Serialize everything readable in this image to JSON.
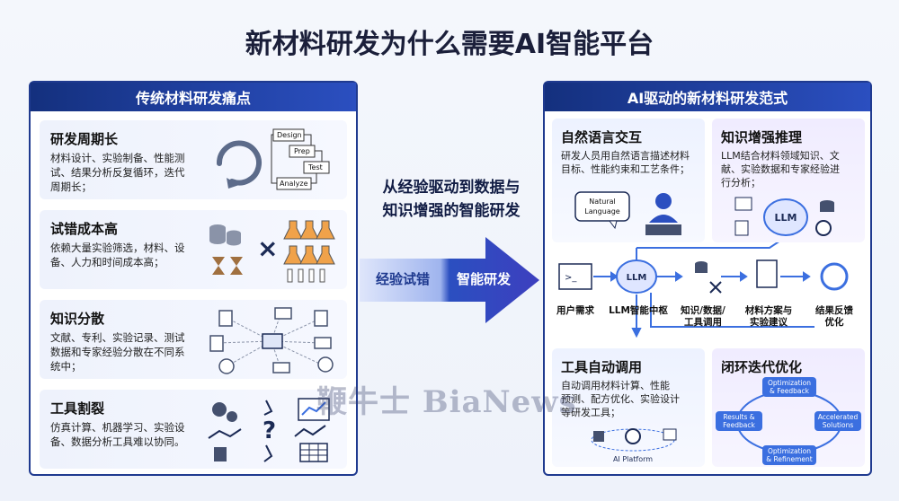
{
  "title": "新材料研发为什么需要AI智能平台",
  "left": {
    "header": "传统材料研发痛点",
    "cards": [
      {
        "title": "研发周期长",
        "desc": "材料设计、实验制备、性能测试、结果分析反复循环，迭代周期长；",
        "steps": [
          "Design",
          "Prep",
          "Test",
          "Analyze"
        ]
      },
      {
        "title": "试错成本高",
        "desc": "依赖大量实验筛选，材料、设备、人力和时间成本高；"
      },
      {
        "title": "知识分散",
        "desc": "文献、专利、实验记录、测试数据和专家经验分散在不同系统中；"
      },
      {
        "title": "工具割裂",
        "desc": "仿真计算、机器学习、实验设备、数据分析工具难以协同。"
      }
    ]
  },
  "middle": {
    "line1": "从经验驱动到数据与",
    "line2": "知识增强的智能研发",
    "from": "经验试错",
    "to": "智能研发"
  },
  "right": {
    "header": "AI驱动的新材料研发范式",
    "nl": {
      "title": "自然语言交互",
      "desc_l1": "研发人员用自然语言描述材料",
      "desc_l2": "目标、性能约束和工艺条件；",
      "bubble_l1": "Natural",
      "bubble_l2": "Language"
    },
    "kr": {
      "title": "知识增强推理",
      "desc_l1": "LLM结合材料领域知识、文",
      "desc_l2": "献、实验数据和专家经验进",
      "desc_l3": "行分析；",
      "brain": "LLM"
    },
    "flow": {
      "user": "用户需求",
      "hub": "LLM智能中枢",
      "hub_badge": "LLM",
      "tools_l1": "知识/数据/",
      "tools_l2": "工具调用",
      "plan_l1": "材料方案与",
      "plan_l2": "实验建议",
      "fb_l1": "结果反馈",
      "fb_l2": "优化"
    },
    "tool": {
      "title": "工具自动调用",
      "desc_l1": "自动调用材料计算、性能",
      "desc_l2": "预测、配方优化、实验设计",
      "desc_l3": "等研发工具；",
      "platform": "AI Platform"
    },
    "loop": {
      "title": "闭环迭代优化",
      "n1_l1": "Optimization",
      "n1_l2": "& Feedback",
      "n2_l1": "Accelerated",
      "n2_l2": "Solutions",
      "n3_l1": "Optimization",
      "n3_l2": "& Refinement",
      "n4_l1": "Results &",
      "n4_l2": "Feedback"
    }
  },
  "watermark": "鞭牛士 BiaNews",
  "colors": {
    "navy": "#1f3a8f",
    "accent": "#2b4fc0",
    "bubble": "#3b6fe0"
  }
}
